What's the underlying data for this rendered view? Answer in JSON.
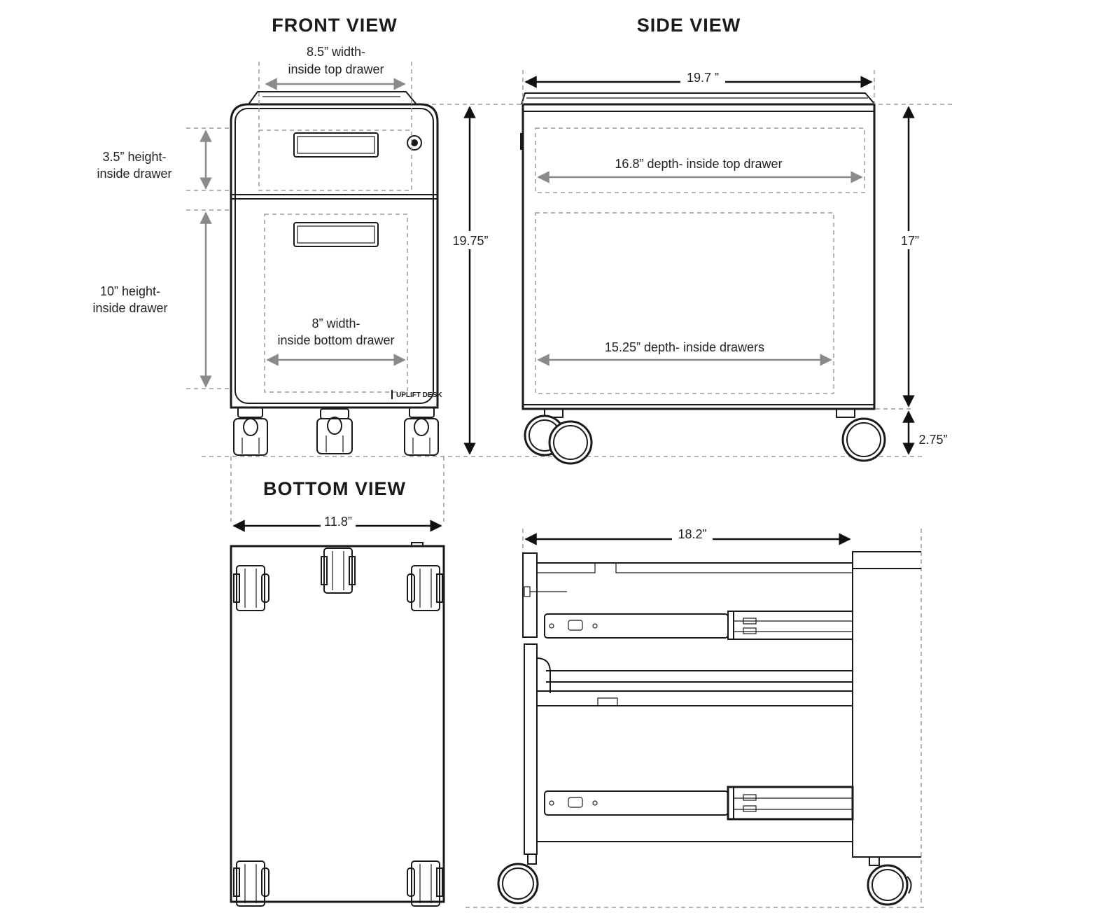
{
  "titles": {
    "front": "FRONT VIEW",
    "side": "SIDE VIEW",
    "bottom": "BOTTOM VIEW"
  },
  "dimensions": {
    "top_drawer_width_1": "8.5” width-",
    "top_drawer_width_2": "inside top drawer",
    "top_drawer_height_1": "3.5” height-",
    "top_drawer_height_2": "inside drawer",
    "bottom_drawer_height_1": "10” height-",
    "bottom_drawer_height_2": "inside drawer",
    "bottom_drawer_width_1": "8” width-",
    "bottom_drawer_width_2": "inside bottom drawer",
    "overall_height": "19.75”",
    "side_width": "19.7 ”",
    "top_drawer_depth": "16.8” depth- inside top drawer",
    "drawers_depth": "15.25” depth- inside drawers",
    "body_height": "17”",
    "caster_height": "2.75”",
    "bottom_width": "11.8”",
    "extended_depth": "18.2”"
  },
  "logo_text": "UPLIFT DESK",
  "colors": {
    "ink": "#1a1a1a",
    "dashed": "#9a9a9a",
    "grey_arrow": "#8a8a8a"
  }
}
